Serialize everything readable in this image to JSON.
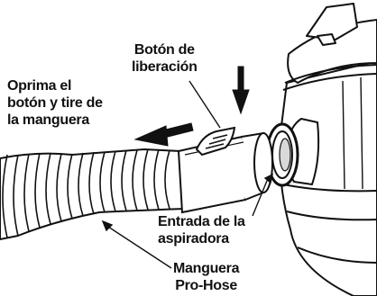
{
  "labels": {
    "release_button": [
      "Botón de",
      "liberación"
    ],
    "instruction": [
      "Oprima el",
      "botón y tire de",
      "la manguera"
    ],
    "vacuum_inlet": [
      "Entrada de la",
      "aspiradora"
    ],
    "hose": [
      "Manguera",
      "Pro-Hose"
    ]
  },
  "colors": {
    "ink": "#111111",
    "paper": "#ffffff",
    "shade": "#d9d9d9"
  }
}
